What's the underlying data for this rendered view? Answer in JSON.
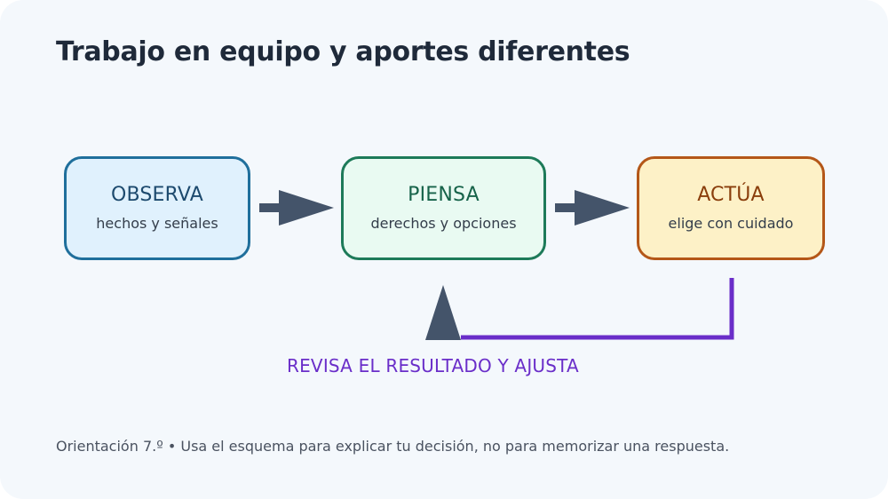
{
  "title": "Trabajo en equipo y aportes diferentes",
  "nodes": [
    {
      "label": "OBSERVA",
      "sub": "hechos y señales",
      "fill": "#e0f1fd",
      "stroke": "#1f6f9c",
      "text_color": "#1d4a6e"
    },
    {
      "label": "PIENSA",
      "sub": "derechos y opciones",
      "fill": "#e9faf2",
      "stroke": "#1d7a59",
      "text_color": "#17634a"
    },
    {
      "label": "ACTÚA",
      "sub": "elige con cuidado",
      "fill": "#fdf1c7",
      "stroke": "#b45718",
      "text_color": "#8a3e0c"
    }
  ],
  "loop_label": "REVISA EL RESULTADO Y AJUSTA",
  "footer": "Orientación 7.º • Usa el esquema para explicar tu decisión, no para memorizar una respuesta.",
  "colors": {
    "arrow": "#44546a",
    "loop": "#6a2ec9",
    "background": "#f4f8fc"
  }
}
